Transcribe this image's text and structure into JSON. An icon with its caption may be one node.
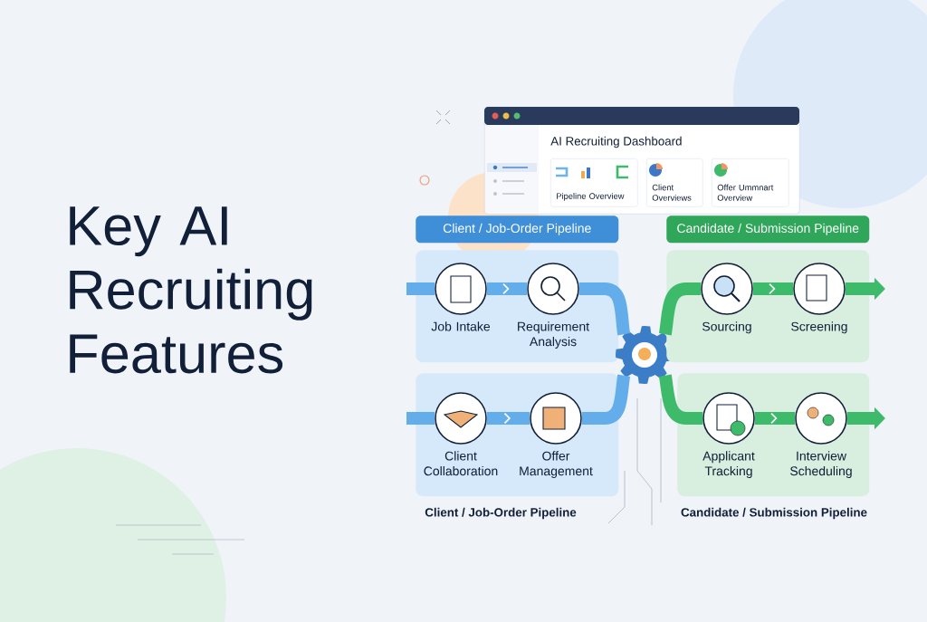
{
  "diagram": {
    "title": "Key AI Recruiting Features",
    "nodes": [
      {
        "text": [
          "AI Recruiting Dashboard"
        ]
      },
      {
        "text": [
          "Pipeline Overview"
        ],
        "in": 0
      },
      {
        "text": [
          "Client Overviews"
        ],
        "in": 0
      },
      {
        "text": [
          "Offer Ummnart Overview"
        ],
        "in": 0
      },
      {
        "text": [
          "Client / Job-Order Pipeline"
        ]
      },
      {
        "text": [
          "Candidate / Submission Pipeline"
        ]
      },
      {
        "text": [],
        "shape": "box"
      },
      {
        "text": [
          "Job Intake"
        ],
        "in": 6
      },
      {
        "text": [
          "Requirement Analysis"
        ],
        "in": 6
      },
      {
        "text": [],
        "shape": "box"
      },
      {
        "text": [
          "Client Collaboration"
        ],
        "in": 9
      },
      {
        "text": [
          "Offer Management"
        ],
        "in": 9
      },
      {
        "text": [],
        "shape": "picture"
      },
      {
        "text": [],
        "shape": "box"
      },
      {
        "text": [
          "Sourcing"
        ],
        "in": 13
      },
      {
        "text": [
          "Screening"
        ],
        "in": 13
      },
      {
        "text": [],
        "shape": "box"
      },
      {
        "text": [
          "Applicant Tracking"
        ],
        "in": 16
      },
      {
        "text": [
          "Interview Scheduling"
        ],
        "in": 16
      }
    ],
    "edges": [
      {
        "from": null,
        "to": 7,
        "arrow": "none"
      },
      {
        "from": 7,
        "to": 8,
        "arrow": "to"
      },
      {
        "from": 8,
        "to": 12,
        "arrow": "none"
      },
      {
        "from": null,
        "to": 10,
        "arrow": "none"
      },
      {
        "from": 10,
        "to": 11,
        "arrow": "to"
      },
      {
        "from": 11,
        "to": 12,
        "arrow": "none"
      },
      {
        "from": 12,
        "to": 14,
        "arrow": "none",
        "color": "#3dba6a"
      },
      {
        "from": 14,
        "to": 15,
        "arrow": "to",
        "color": "#3dba6a"
      },
      {
        "from": 15,
        "to": null,
        "arrow": "to",
        "color": "#3dba6a"
      },
      {
        "from": 12,
        "to": 17,
        "arrow": "none",
        "color": "#3dba6a"
      },
      {
        "from": 17,
        "to": 18,
        "arrow": "to",
        "color": "#3dba6a"
      },
      {
        "from": 18,
        "to": null,
        "arrow": "to",
        "color": "#3dba6a"
      }
    ],
    "labels": [
      "Client / Job-Order Pipeline",
      "Candidate / Submission Pipeline"
    ]
  }
}
